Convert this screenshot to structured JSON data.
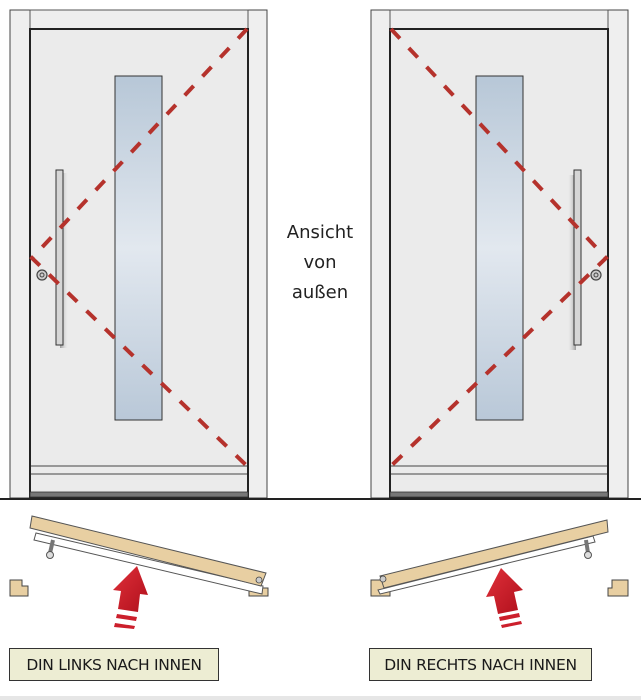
{
  "caption": {
    "lines": [
      "Ansicht",
      "von",
      "außen"
    ]
  },
  "doors": [
    {
      "id": "left",
      "hinge_side": "left",
      "handle_side": "left",
      "label": "DIN LINKS NACH INNEN"
    },
    {
      "id": "right",
      "hinge_side": "right",
      "handle_side": "right",
      "label": "DIN RECHTS NACH INNEN"
    }
  ],
  "colors": {
    "door_fill": "#ebebeb",
    "frame_fill": "#efefef",
    "glass_top": "#b9c8d8",
    "glass_bottom": "#dfe6ee",
    "dash_line": "#b5322c",
    "wood": "#e8cfa2",
    "arrow": "#cc1f2c",
    "label_bg": "#ededd3"
  }
}
